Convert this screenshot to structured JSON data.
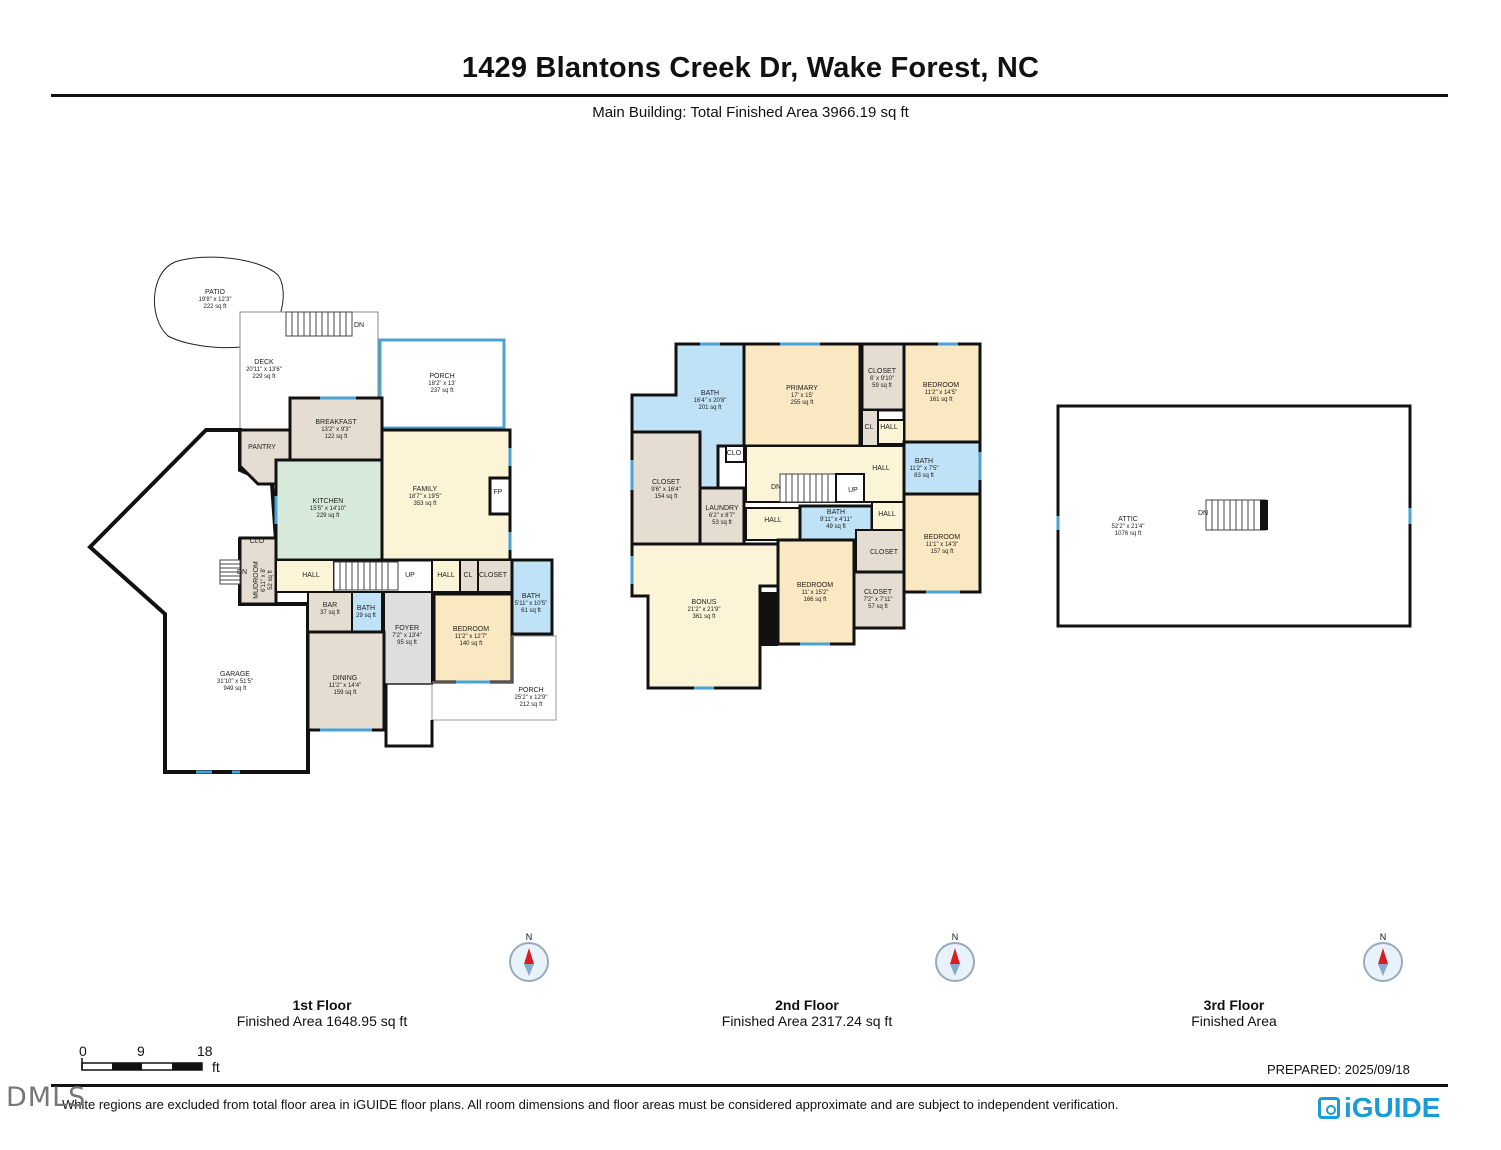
{
  "header": {
    "title": "1429 Blantons Creek Dr, Wake Forest, NC",
    "subtitle": "Main Building: Total Finished Area 3966.19 sq ft"
  },
  "floors": [
    {
      "name": "1st Floor",
      "area": "Finished Area 1648.95 sq ft",
      "rooms": [
        {
          "name": "PATIO",
          "dims": "19'8\" x 12'3\"",
          "area": "222 sq ft"
        },
        {
          "name": "DECK",
          "dims": "20'11\" x 13'6\"",
          "area": "229 sq ft"
        },
        {
          "name": "PORCH",
          "dims": "18'2\" x 13'",
          "area": "237 sq ft"
        },
        {
          "name": "BREAKFAST",
          "dims": "13'2\" x 9'3\"",
          "area": "122 sq ft"
        },
        {
          "name": "PANTRY"
        },
        {
          "name": "KITCHEN",
          "dims": "15'5\" x 14'10\"",
          "area": "229 sq ft"
        },
        {
          "name": "FAMILY",
          "dims": "18'7\" x 19'5\"",
          "area": "353 sq ft"
        },
        {
          "name": "FP"
        },
        {
          "name": "CLO"
        },
        {
          "name": "MUDROOM",
          "dims": "6'11\" x 8'",
          "area": "52 sq ft"
        },
        {
          "name": "HALL"
        },
        {
          "name": "UP"
        },
        {
          "name": "HALL"
        },
        {
          "name": "CL"
        },
        {
          "name": "CLOSET"
        },
        {
          "name": "BATH",
          "dims": "5'11\" x 10'5\"",
          "area": "61 sq ft"
        },
        {
          "name": "BAR",
          "area": "37 sq ft"
        },
        {
          "name": "BATH",
          "area": "29 sq ft"
        },
        {
          "name": "FOYER",
          "dims": "7'2\" x 13'4\"",
          "area": "95 sq ft"
        },
        {
          "name": "BEDROOM",
          "dims": "11'2\" x 12'7\"",
          "area": "140 sq ft"
        },
        {
          "name": "GARAGE",
          "dims": "31'10\" x 51'5\"",
          "area": "949 sq ft"
        },
        {
          "name": "DINING",
          "dims": "11'2\" x 14'4\"",
          "area": "159 sq ft"
        },
        {
          "name": "PORCH",
          "dims": "25'2\" x 12'9\"",
          "area": "212 sq ft"
        },
        {
          "name": "DN"
        },
        {
          "name": "DN"
        }
      ]
    },
    {
      "name": "2nd Floor",
      "area": "Finished Area 2317.24 sq ft",
      "rooms": [
        {
          "name": "BATH",
          "dims": "16'4\" x 20'8\"",
          "area": "201 sq ft"
        },
        {
          "name": "PRIMARY",
          "dims": "17' x 15'",
          "area": "255 sq ft"
        },
        {
          "name": "CLOSET",
          "dims": "6' x 9'10\"",
          "area": "59 sq ft"
        },
        {
          "name": "BEDROOM",
          "dims": "11'2\" x 14'5\"",
          "area": "161 sq ft"
        },
        {
          "name": "CL"
        },
        {
          "name": "HALL"
        },
        {
          "name": "CLO"
        },
        {
          "name": "HALL"
        },
        {
          "name": "BATH",
          "dims": "11'2\" x 7'5\"",
          "area": "83 sq ft"
        },
        {
          "name": "CLOSET",
          "dims": "9'6\" x 16'4\"",
          "area": "154 sq ft"
        },
        {
          "name": "DN"
        },
        {
          "name": "UP"
        },
        {
          "name": "LAUNDRY",
          "dims": "6'2\" x 8'7\"",
          "area": "53 sq ft"
        },
        {
          "name": "HALL"
        },
        {
          "name": "BATH",
          "dims": "9'11\" x 4'11\"",
          "area": "49 sq ft"
        },
        {
          "name": "HALL"
        },
        {
          "name": "BEDROOM",
          "dims": "11'1\" x 14'3\"",
          "area": "157 sq ft"
        },
        {
          "name": "CLOSET"
        },
        {
          "name": "BONUS",
          "dims": "21'2\" x 21'9\"",
          "area": "361 sq ft"
        },
        {
          "name": "BEDROOM",
          "dims": "11' x 15'2\"",
          "area": "166 sq ft"
        },
        {
          "name": "CLOSET",
          "dims": "7'2\" x 7'11\"",
          "area": "57 sq ft"
        }
      ]
    },
    {
      "name": "3rd Floor",
      "area": "Finished Area",
      "rooms": [
        {
          "name": "ATTIC",
          "dims": "52'2\" x 21'4\"",
          "area": "1076 sq ft"
        },
        {
          "name": "DN"
        }
      ]
    }
  ],
  "compass": {
    "label": "N"
  },
  "scale": {
    "ticks": [
      "0",
      "9",
      "18"
    ],
    "unit": "ft"
  },
  "prepared": "PREPARED: 2025/09/18",
  "footnote": "White regions are excluded from total floor area in iGUIDE floor plans. All room dimensions and floor areas must be considered approximate and are subject to independent verification.",
  "watermark": "DMLS",
  "logo": "iGUIDE",
  "colors": {
    "wall": "#111111",
    "window": "#4aa3d6",
    "bedroom": "#f9e8c1",
    "bath": "#bfe2f7",
    "kitchen": "#d7ead9",
    "living": "#fbf4d6",
    "utility": "#e6ddd2",
    "foyer": "#dedede",
    "accent_logo": "#1b9bd7"
  }
}
